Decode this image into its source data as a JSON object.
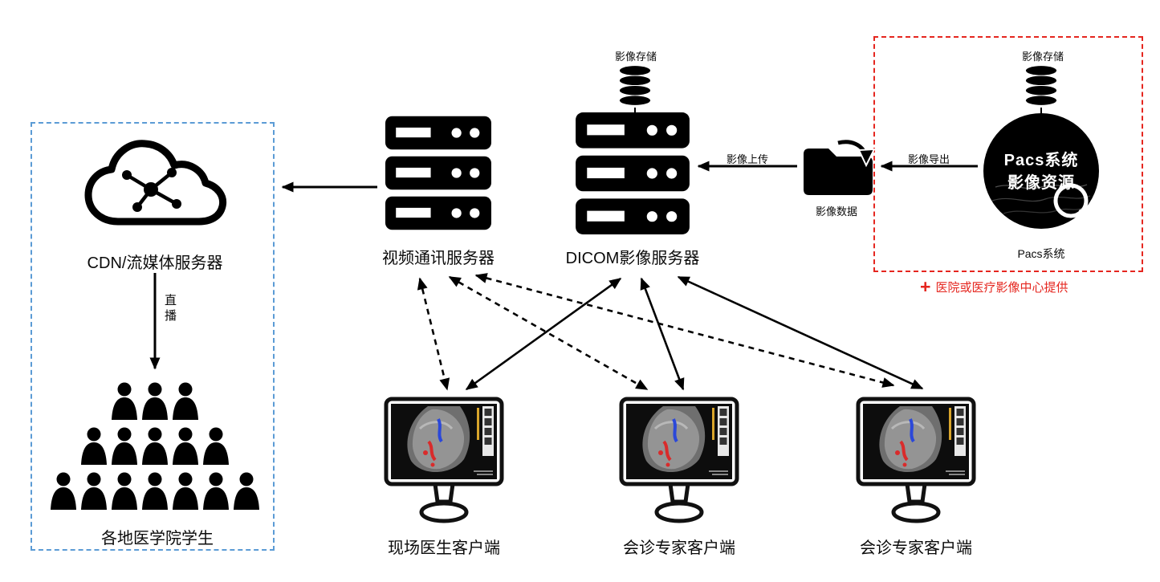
{
  "colors": {
    "red_accent": "#e5261f",
    "blue_accent": "#5b9bd5",
    "ink": "#000000"
  },
  "nodes": {
    "cdn_server": {
      "label": "CDN/流媒体服务器"
    },
    "students": {
      "label": "各地医学院学生"
    },
    "video_server": {
      "label": "视频通讯服务器"
    },
    "dicom_server": {
      "label": "DICOM影像服务器",
      "storage_label": "影像存储"
    },
    "pacs": {
      "storage_label": "影像存储",
      "circle_line1": "Pacs系统",
      "circle_line2": "影像资源",
      "caption": "Pacs系统"
    },
    "folder": {
      "label": "影像数据"
    }
  },
  "flows": {
    "live": "直播",
    "image_export": "影像导出",
    "image_upload": "影像上传"
  },
  "annotations": {
    "provider_plus": "+",
    "provider_note": "医院或医疗影像中心提供"
  },
  "clients": [
    {
      "label": "现场医生客户端"
    },
    {
      "label": "会诊专家客户端"
    },
    {
      "label": "会诊专家客户端"
    }
  ]
}
